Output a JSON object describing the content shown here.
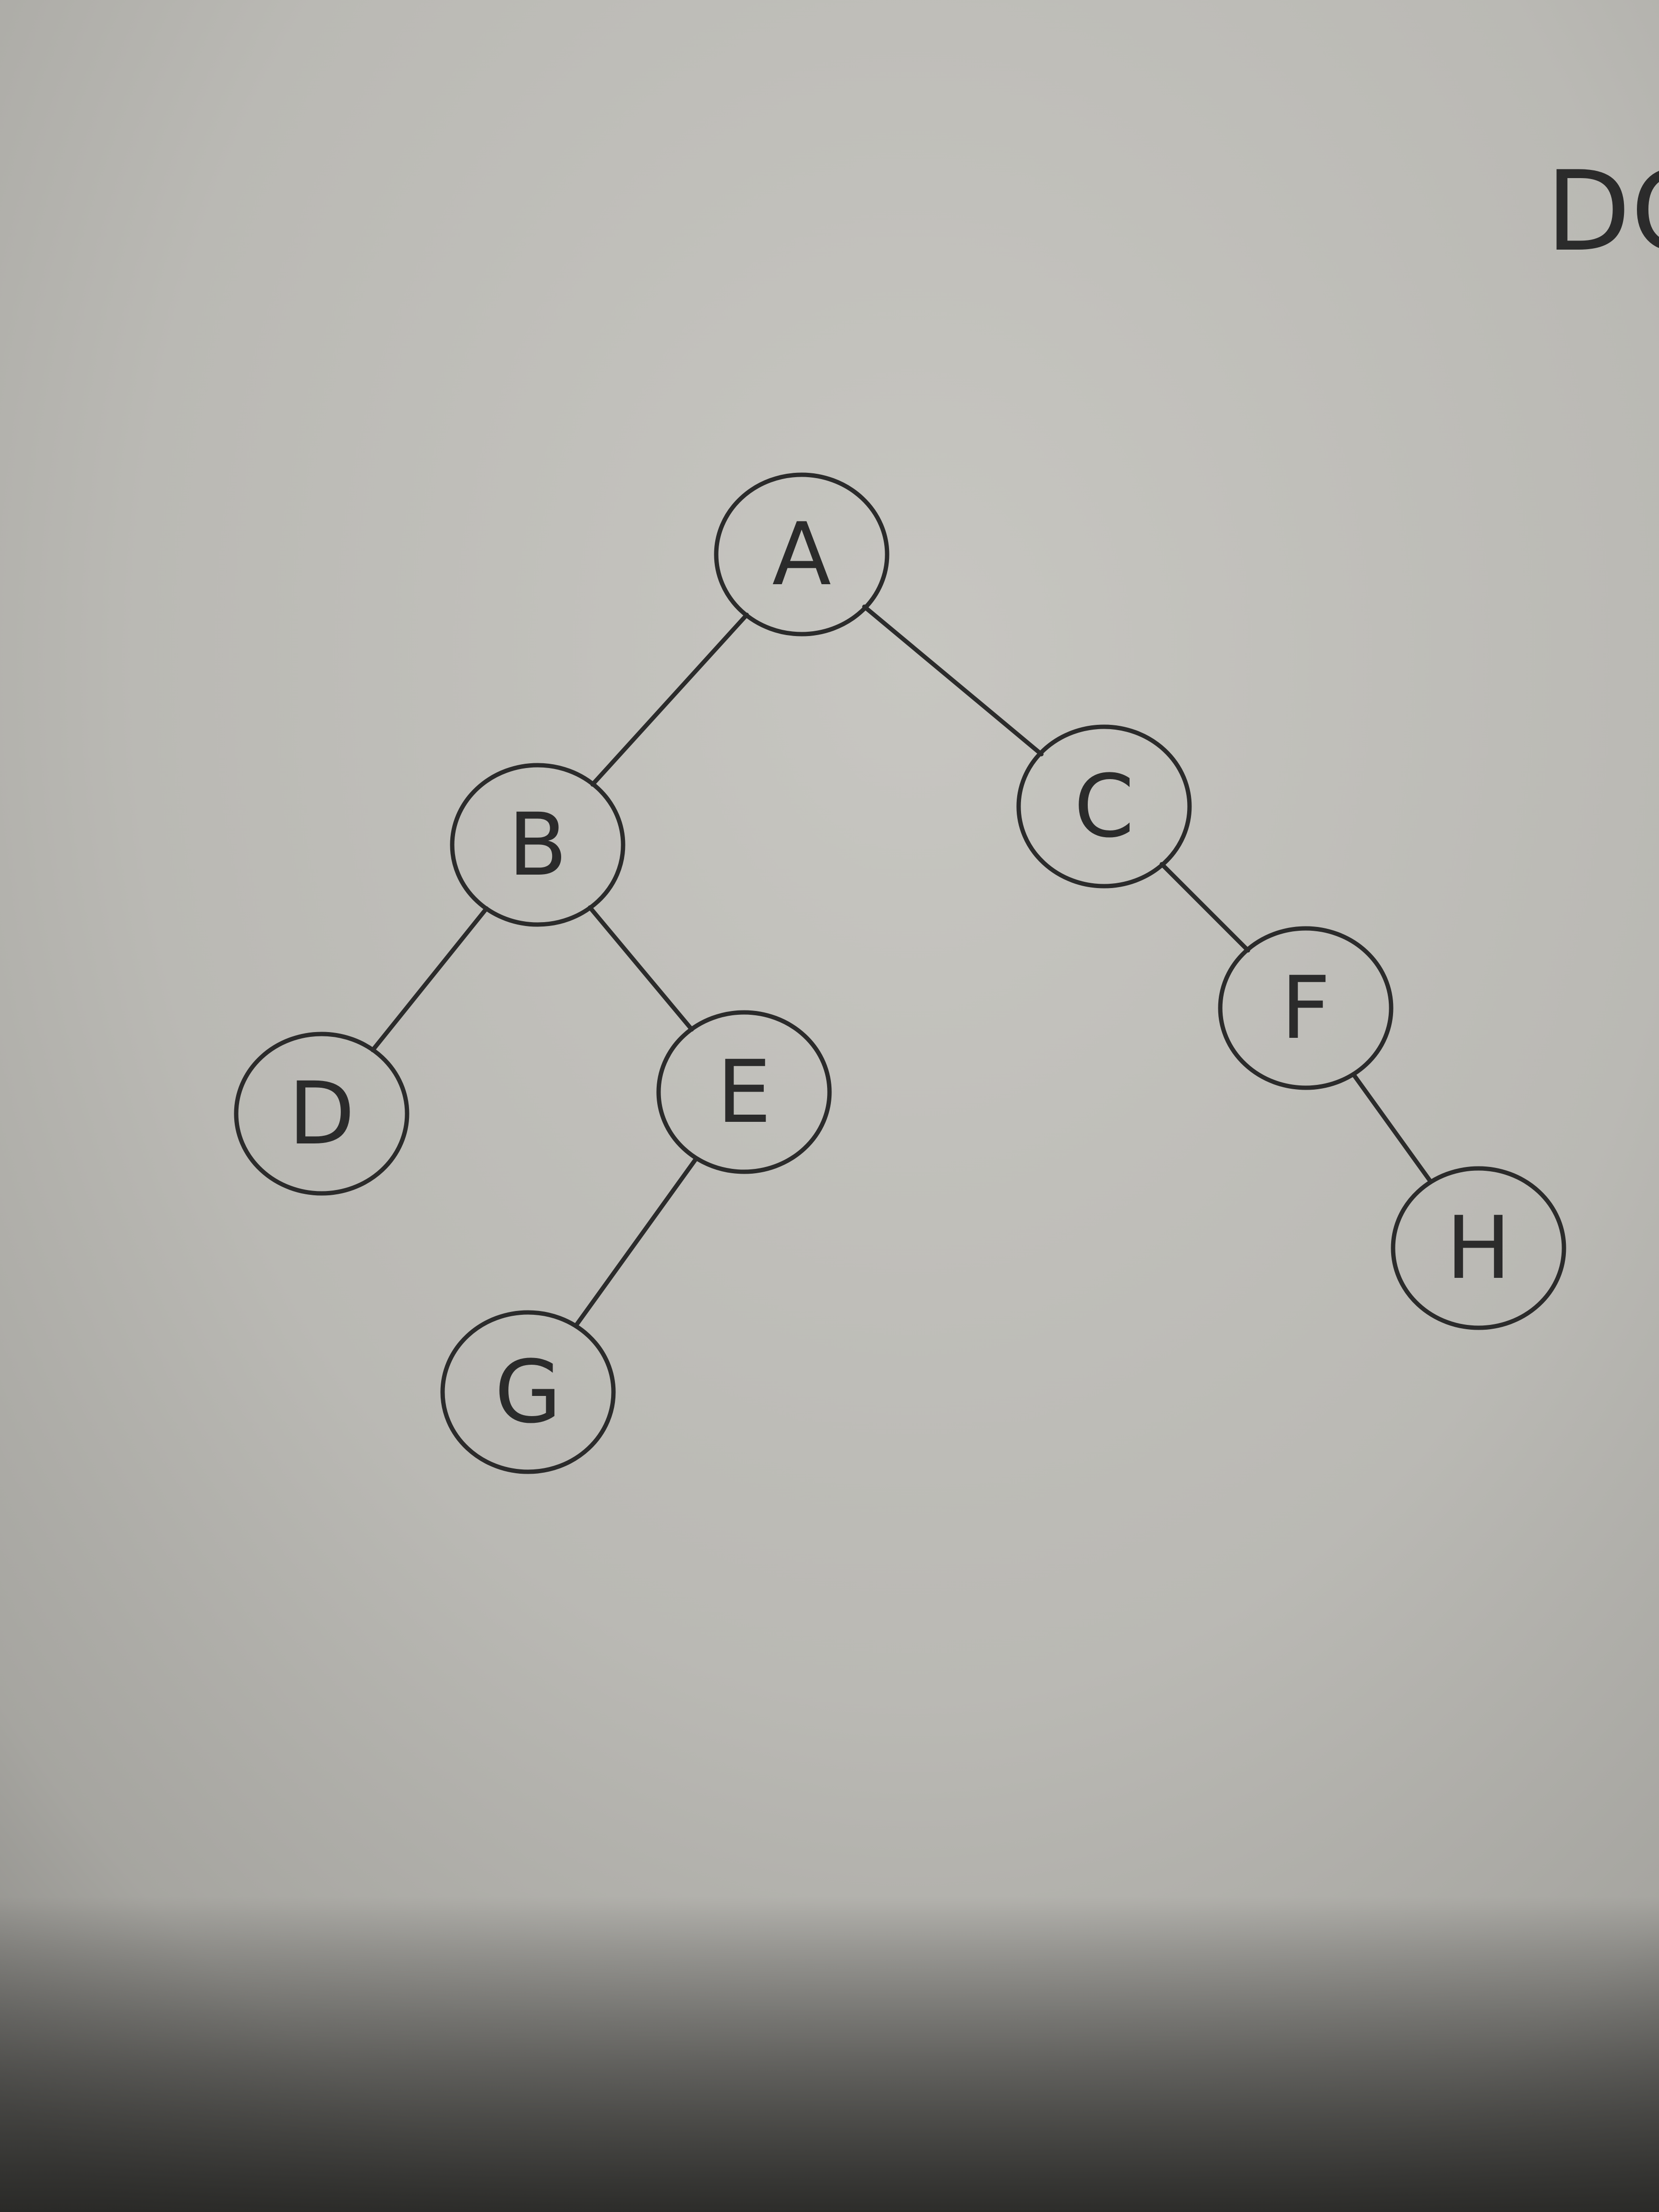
{
  "corner_text": "DC",
  "tree": {
    "nodes": [
      {
        "id": "A",
        "label": "A"
      },
      {
        "id": "B",
        "label": "B"
      },
      {
        "id": "C",
        "label": "C"
      },
      {
        "id": "D",
        "label": "D"
      },
      {
        "id": "E",
        "label": "E"
      },
      {
        "id": "F",
        "label": "F"
      },
      {
        "id": "G",
        "label": "G"
      },
      {
        "id": "H",
        "label": "H"
      }
    ],
    "edges": [
      {
        "from": "A",
        "to": "B"
      },
      {
        "from": "A",
        "to": "C"
      },
      {
        "from": "B",
        "to": "D"
      },
      {
        "from": "B",
        "to": "E"
      },
      {
        "from": "C",
        "to": "F"
      },
      {
        "from": "E",
        "to": "G"
      },
      {
        "from": "F",
        "to": "H"
      }
    ]
  },
  "colors": {
    "ink": "#2b2b2b",
    "paper": "#bdbcb7"
  }
}
